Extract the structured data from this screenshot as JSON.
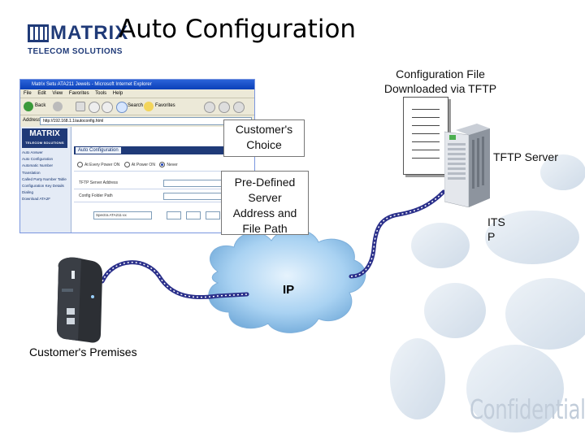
{
  "header": {
    "logo_word": "MATRIX",
    "logo_sub": "TELECOM SOLUTIONS",
    "title": "Auto Configuration"
  },
  "labels": {
    "config_file": "Configuration File\nDownloaded via TFTP",
    "customers_choice": "Customer's\nChoice",
    "predefined": "Pre-Defined\nServer\nAddress and\nFile Path",
    "tftp_server": "TFTP Server",
    "itsp": "ITS\nP",
    "ip": "IP",
    "customers_premises": "Customer's Premises",
    "watermark": "Confidential"
  },
  "browser": {
    "window_title": "Matrix Setu ATA211 Jewels - Microsoft Internet Explorer",
    "menu": "File Edit View Favorites Tools Help",
    "back": "Back",
    "search": "Search",
    "favorites": "Favorites",
    "address_label": "Address",
    "address": "http://192.168.1.1/autoconfig.html",
    "logo": "MATRIX",
    "logo_sub": "TELECOM SOLUTIONS",
    "side_menu": [
      "Auto Answer",
      "Auto Configuration",
      "Automatic Number Translation",
      "Called Party Number Table",
      "Configuration Key Details",
      "Dialing",
      "Download ATA2F"
    ],
    "tab": "Auto Configuration",
    "radio_options": [
      "At Every Power ON",
      "At Power ON",
      "Never"
    ],
    "field1": "TFTP Server Address",
    "field2": "Config Folder Path",
    "select": "Spectra ATA211-xx"
  },
  "colors": {
    "brand": "#1f3a78",
    "link_path": "#2a2f8a",
    "cloud": "#a9d2f2",
    "bubbles": "#d9e3ee"
  },
  "icons": [
    "cloud-icon",
    "server-icon",
    "document-icon",
    "ata-device-icon",
    "browser-screenshot"
  ]
}
